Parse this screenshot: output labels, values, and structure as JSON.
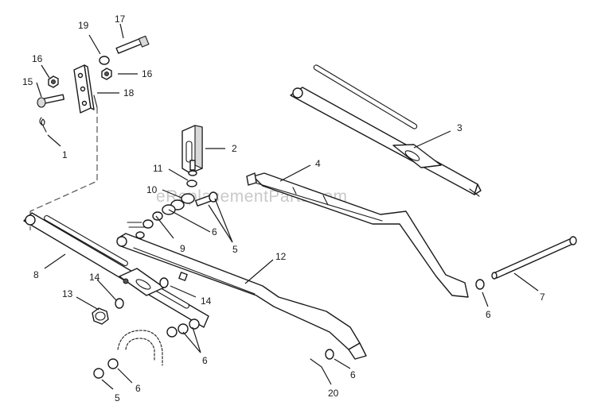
{
  "watermark": "eReplacementParts.com",
  "callouts": {
    "c1": "1",
    "c2": "2",
    "c3": "3",
    "c4": "4",
    "c5a": "5",
    "c5b": "5",
    "c6a": "6",
    "c6b": "6",
    "c6c": "6",
    "c6d": "6",
    "c6e": "6",
    "c7": "7",
    "c8": "8",
    "c9": "9",
    "c10": "10",
    "c11": "11",
    "c12": "12",
    "c13": "13",
    "c14a": "14",
    "c14b": "14",
    "c15": "15",
    "c16a": "16",
    "c16b": "16",
    "c17": "17",
    "c18": "18",
    "c19": "19",
    "c20": "20"
  }
}
